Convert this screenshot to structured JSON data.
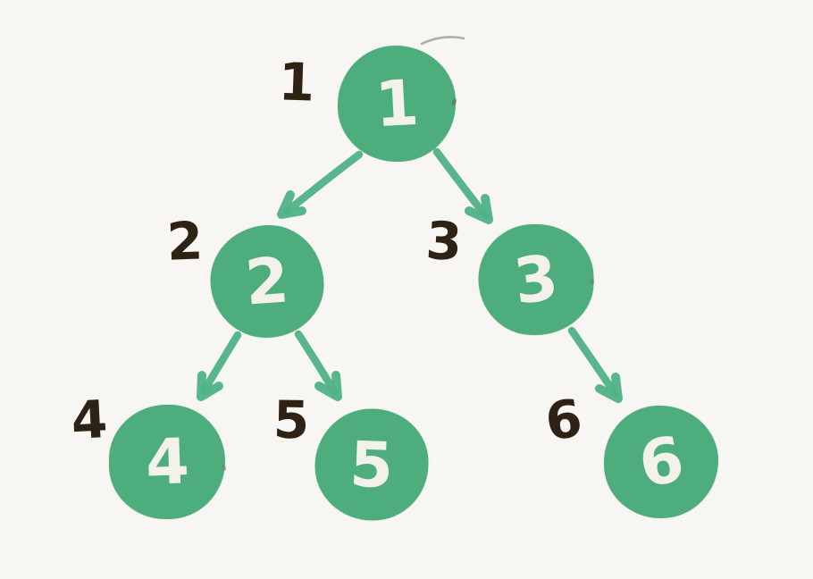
{
  "diagram": {
    "type": "binary-tree",
    "style": "hand-drawn"
  },
  "colors": {
    "bg": "#f7f6f2",
    "node_fill": "#4dad7d",
    "arrow": "#50b286",
    "node_text": "#f3f2ea",
    "label_text": "#2e2214"
  },
  "tree": {
    "nodes": [
      {
        "id": "1",
        "value": "1",
        "outside_label": "1"
      },
      {
        "id": "2",
        "value": "2",
        "outside_label": "2"
      },
      {
        "id": "3",
        "value": "3",
        "outside_label": "3"
      },
      {
        "id": "4",
        "value": "4",
        "outside_label": "4"
      },
      {
        "id": "5",
        "value": "5",
        "outside_label": "5"
      },
      {
        "id": "6",
        "value": "6",
        "outside_label": "6"
      }
    ],
    "edges": [
      {
        "from": "1",
        "to": "2"
      },
      {
        "from": "1",
        "to": "3"
      },
      {
        "from": "2",
        "to": "4"
      },
      {
        "from": "2",
        "to": "5"
      },
      {
        "from": "3",
        "to": "6"
      }
    ]
  }
}
